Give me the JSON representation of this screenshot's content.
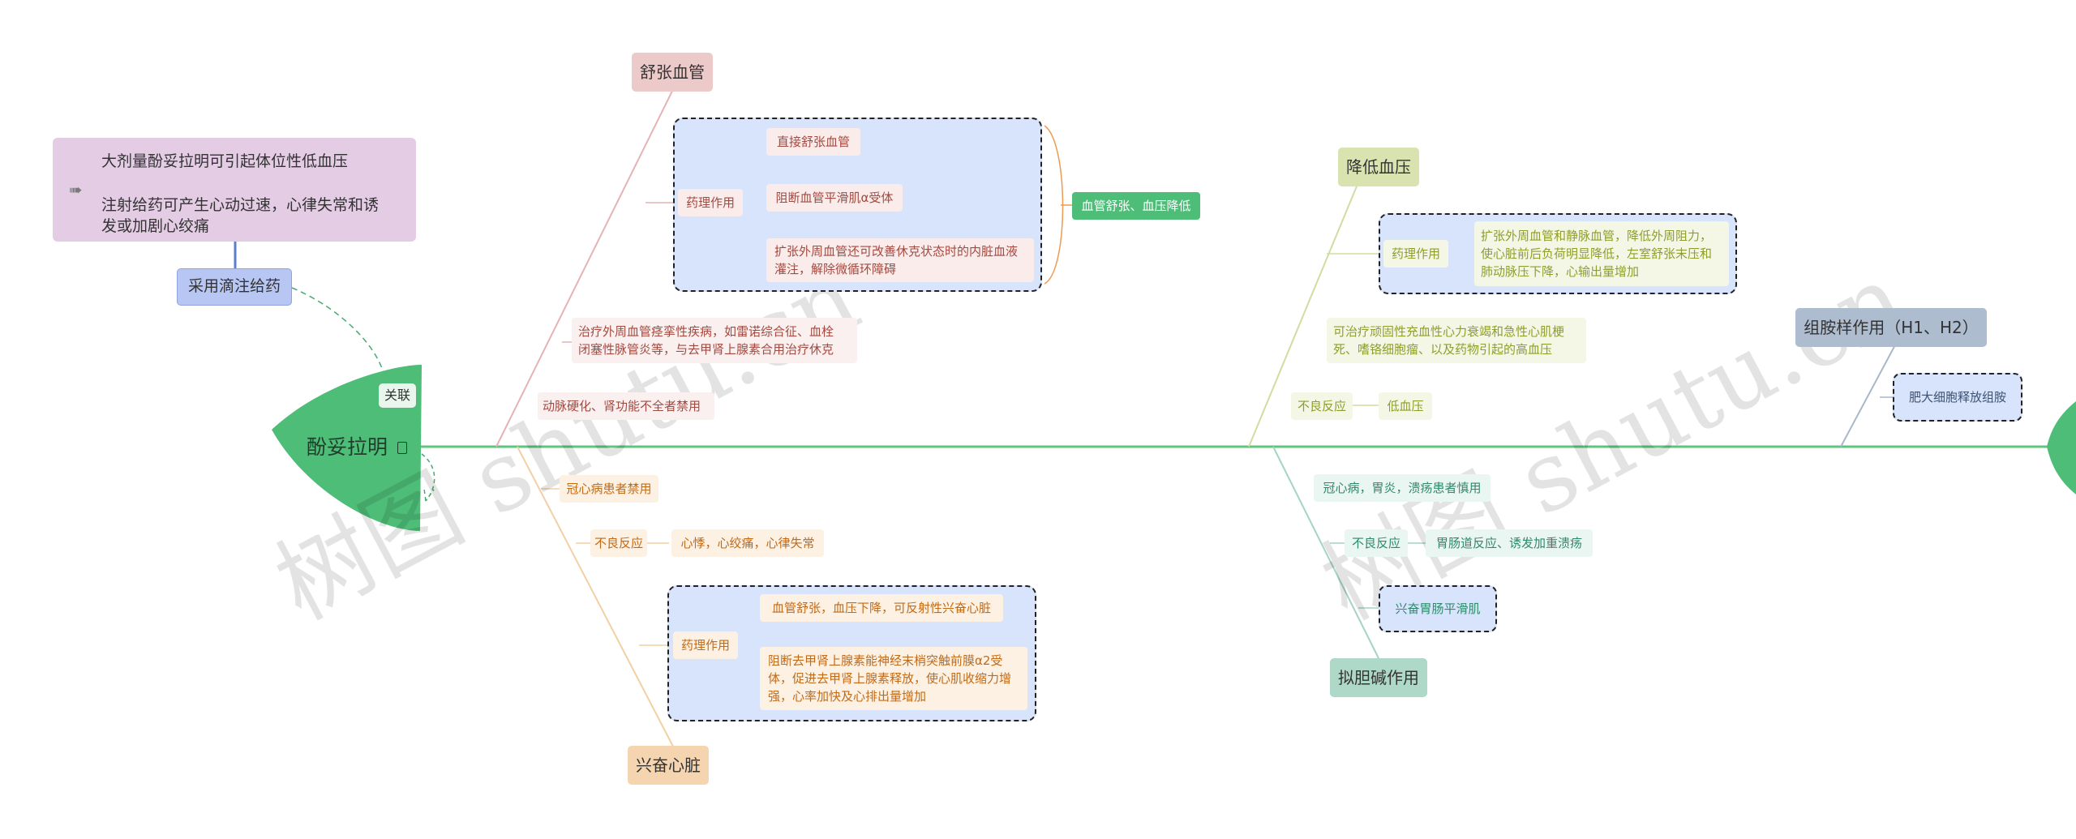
{
  "root": {
    "label": "酚妥拉明",
    "tag": "关联",
    "color": "#4dbd78"
  },
  "note_box": {
    "line1": "大剂量酚妥拉明可引起体位性低血压",
    "line2": "注射给药可产生心动过速，心律失常和诱",
    "line3": "发或加剧心绞痛"
  },
  "note_label": "采用滴注给药",
  "dilate": {
    "title": "舒张血管",
    "pharma_label": "药理作用",
    "items": [
      "直接舒张血管",
      "阻断血管平滑肌α受体",
      "扩张外周血管还可改善休克状态时的内脏血液",
      "灌注，解除微循环障碍"
    ],
    "summary": "血管舒张、血压降低",
    "treat_line1": "治疗外周血管痉挛性疾病，如雷诺综合征、血栓",
    "treat_line2": "闭塞性脉管炎等，与去甲肾上腺素合用治疗休克",
    "contra": "动脉硬化、肾功能不全者禁用"
  },
  "heart": {
    "title": "兴奋心脏",
    "contra": "冠心病患者禁用",
    "adverse_label": "不良反应",
    "adverse_value": "心悸，心绞痛，心律失常",
    "pharma_label": "药理作用",
    "item1": "血管舒张，血压下降，可反射性兴奋心脏",
    "item2_lines": [
      "阻断去甲肾上腺素能神经末梢突触前膜α2受",
      "体，促进去甲肾上腺素释放，使心肌收缩力增",
      "强，心率加快及心排出量增加"
    ]
  },
  "bp": {
    "title": "降低血压",
    "pharma_label": "药理作用",
    "pharma_lines": [
      "扩张外周血管和静脉血管，降低外周阻力，",
      "使心脏前后负荷明显降低，左室舒张末压和",
      "肺动脉压下降，心输出量增加"
    ],
    "treat_line1": "可治疗顽固性充血性心力衰竭和急性心肌梗",
    "treat_line2": "死、嗜铬细胞瘤、以及药物引起的高血压",
    "adverse_label": "不良反应",
    "adverse_value": "低血压"
  },
  "cholin": {
    "title": "拟胆碱作用",
    "caution": "冠心病，胃炎，溃疡患者慎用",
    "adverse_label": "不良反应",
    "adverse_value": "胃肠道反应、诱发加重溃疡",
    "effect": "兴奋胃肠平滑肌"
  },
  "histamine": {
    "title": "组胺样作用（H1、H2）",
    "effect": "肥大细胞释放组胺"
  },
  "watermarks": [
    "树图 shutu.cn",
    "树图 shutu.cn"
  ],
  "colors": {
    "spine": "#5ec47e",
    "dilate": "#e5b3b3",
    "heart": "#f3cfa4",
    "bp": "#cfdda0",
    "cholin": "#a5d4c2",
    "histamine": "#a9b7c9",
    "group_fill": "#d8e4fb"
  }
}
